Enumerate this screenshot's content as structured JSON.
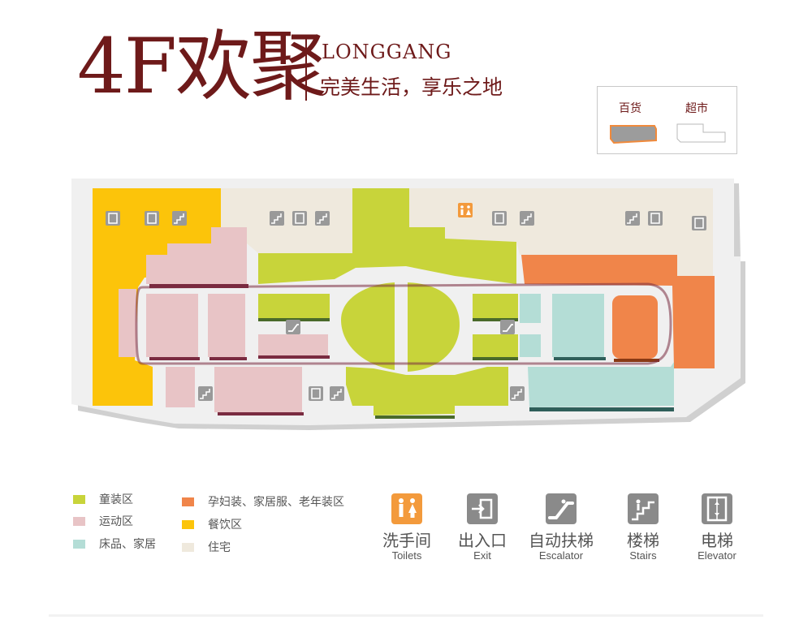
{
  "header": {
    "title": "4F欢聚",
    "subtitle_en": "LONGGANG",
    "subtitle_cn": "完美生活，享乐之地"
  },
  "building_key": {
    "department_store": "百货",
    "supermarket": "超市"
  },
  "legend": {
    "zones": [
      {
        "label": "童装区",
        "color": "#c8d43a"
      },
      {
        "label": "运动区",
        "color": "#e8c4c6"
      },
      {
        "label": "床品、家居",
        "color": "#b4ddd6"
      },
      {
        "label": "孕妇装、家居服、老年装区",
        "color": "#f0854a"
      },
      {
        "label": "餐饮区",
        "color": "#fcc40a"
      },
      {
        "label": "住宅",
        "color": "#efe9dd"
      }
    ],
    "symbols": [
      {
        "cn": "洗手间",
        "en": "Toilets",
        "icon": "toilets-icon",
        "color": "#f39a3c"
      },
      {
        "cn": "出入口",
        "en": "Exit",
        "icon": "exit-icon",
        "color": "#8a8a8a"
      },
      {
        "cn": "自动扶梯",
        "en": "Escalator",
        "icon": "escalator-icon",
        "color": "#8a8a8a"
      },
      {
        "cn": "楼梯",
        "en": "Stairs",
        "icon": "stairs-icon",
        "color": "#8a8a8a"
      },
      {
        "cn": "电梯",
        "en": "Elevator",
        "icon": "elevator-icon",
        "color": "#8a8a8a"
      }
    ]
  }
}
